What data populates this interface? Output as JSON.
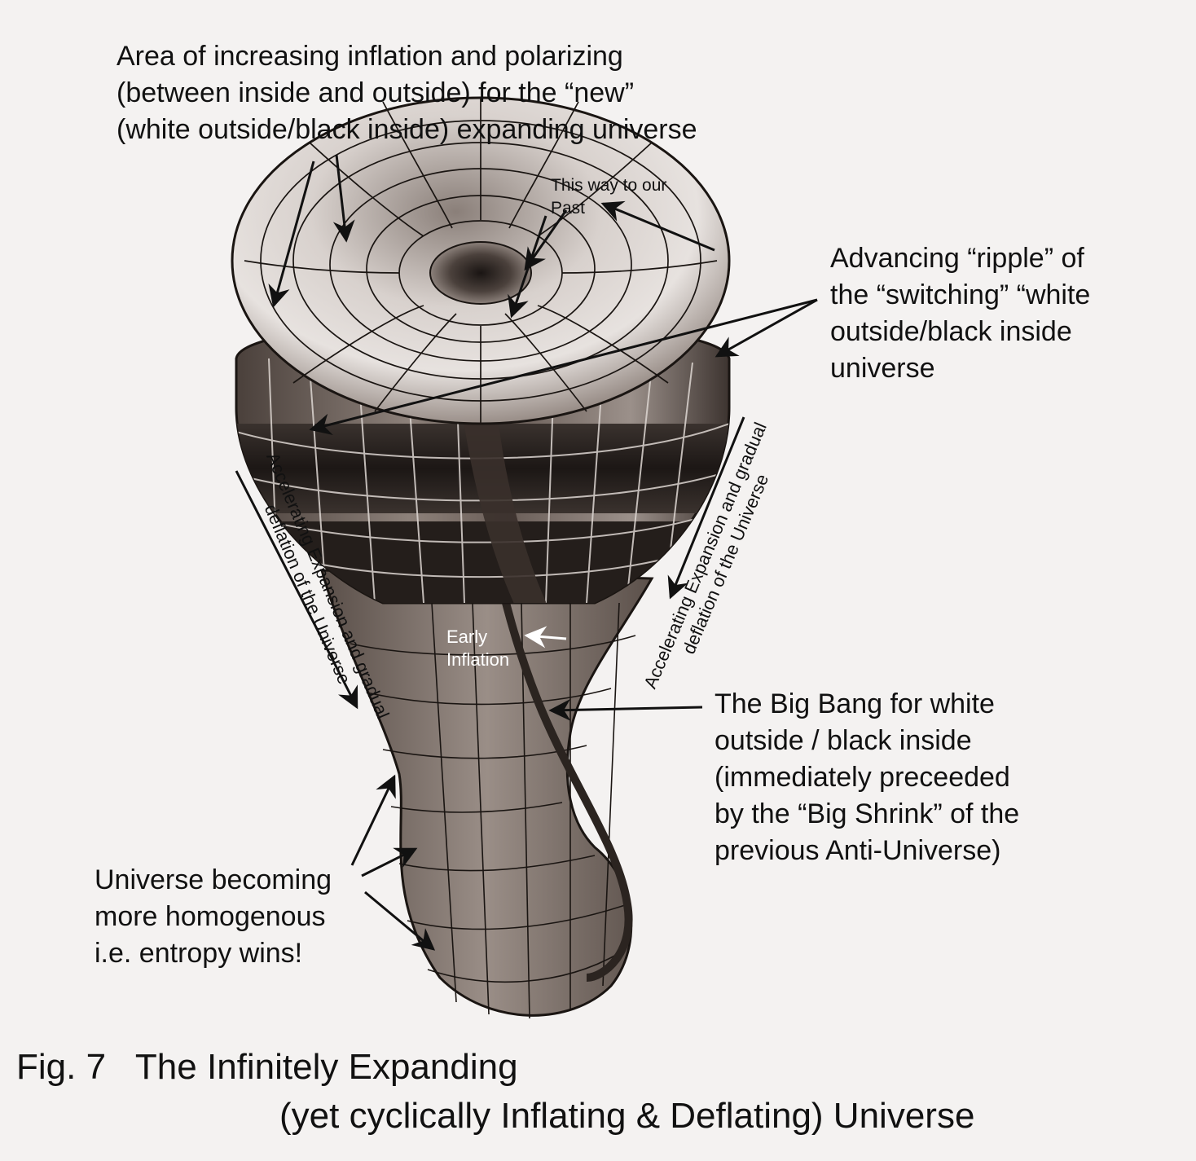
{
  "labels": {
    "top": "Area of increasing inflation and polarizing\n(between inside and outside) for the “new”\n(white outside/black inside) expanding universe",
    "past": "This way to our\nPast",
    "ripple": "Advancing “ripple” of\nthe “switching” “white\noutside/black inside\nuniverse",
    "left_rotated": "Accelerating Expansion and gradual\ndeflation of the Universe",
    "right_rotated": "Accelerating Expansion and gradual\ndeflation of the Universe",
    "early": "Early\nInflation",
    "bigbang": "The Big Bang for white\noutside / black inside\n(immediately preceeded\nby the “Big Shrink” of the\nprevious Anti-Universe)",
    "homogenous": "Universe becoming\nmore homogenous\ni.e. entropy wins!"
  },
  "caption": {
    "line1": "Fig. 7   The Infinitely Expanding",
    "line2": "(yet cyclically Inflating & Deflating) Universe"
  },
  "colors": {
    "background": "#f4f2f1",
    "surface_light": "#d9d2ce",
    "surface_dark": "#2a2421",
    "band_dark": "#1d1816",
    "grid": "#141010",
    "text": "#111111"
  }
}
